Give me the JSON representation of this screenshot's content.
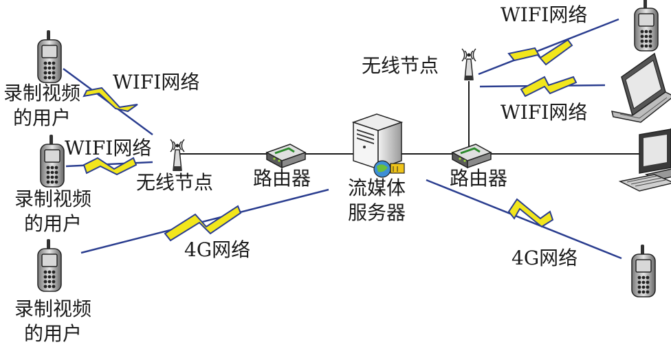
{
  "labels": {
    "user_label": "录制视频的用户",
    "user_label_line1": "录制视频",
    "user_label_line2": "的用户",
    "wifi": "WIFI网络",
    "net_4g": "4G网络",
    "wireless_node": "无线节点",
    "router": "路由器",
    "server_line1": "流媒体",
    "server_line2": "服务器"
  },
  "colors": {
    "line": "#1a1a1a",
    "link_blue": "#2a3d8f",
    "bolt_yellow": "#f2e61c",
    "device_dark": "#2b2b2b",
    "device_light": "#c8c8c8"
  },
  "icons": [
    "mobile-phone-icon",
    "antenna-icon",
    "router-icon",
    "server-icon",
    "laptop-icon",
    "desktop-icon"
  ]
}
